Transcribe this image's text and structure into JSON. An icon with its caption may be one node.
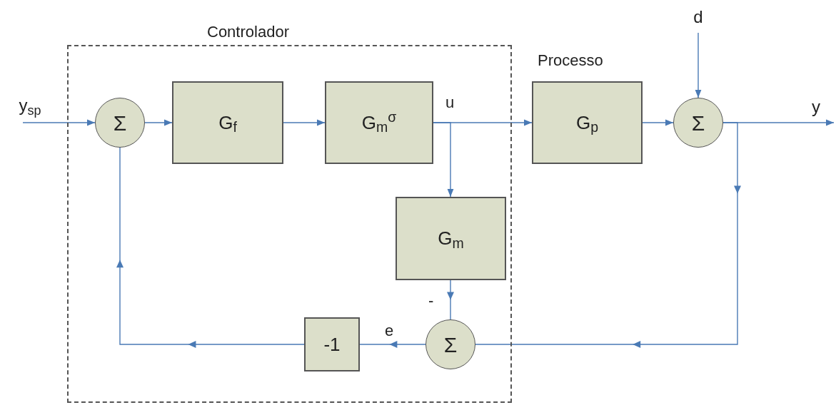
{
  "diagram": {
    "nodes": [
      {
        "text": [
          "Controlador"
        ]
      },
      {
        "text": [
          "y$_{sp}$"
        ]
      },
      {
        "text": [
          "Σ"
        ],
        "in": 0
      },
      {
        "text": [
          "G$_{f}$"
        ],
        "in": 0
      },
      {
        "text": [
          "G$_{m}$$^{σ}$"
        ],
        "in": 0
      },
      {
        "text": [
          "G$_{m}$"
        ],
        "in": 0
      },
      {
        "text": [
          "Σ"
        ],
        "in": 0
      },
      {
        "text": [
          "-1"
        ],
        "in": 0
      },
      {
        "text": [
          "Processo",
          "G$_{p}$"
        ]
      },
      {
        "text": [
          "Σ"
        ]
      },
      {
        "text": [
          "d"
        ]
      },
      {
        "text": [
          "y"
        ]
      }
    ],
    "edges": [
      {
        "from": 1,
        "to": 2,
        "arrow": "to"
      },
      {
        "from": 2,
        "to": 3,
        "arrow": "to"
      },
      {
        "from": 3,
        "to": 4,
        "arrow": "to"
      },
      {
        "from": 4,
        "to": 8,
        "arrow": "to",
        "label": "u"
      },
      {
        "from": 4,
        "to": 5,
        "arrow": "to"
      },
      {
        "from": 5,
        "to": 6,
        "arrow": "to",
        "label": "-"
      },
      {
        "from": 8,
        "to": 9,
        "arrow": "to"
      },
      {
        "from": 10,
        "to": 9,
        "arrow": "to"
      },
      {
        "from": 9,
        "to": 11,
        "arrow": "to"
      },
      {
        "from": 9,
        "to": 6,
        "arrow": "to"
      },
      {
        "from": 6,
        "to": 7,
        "arrow": "to",
        "label": "e"
      },
      {
        "from": 7,
        "to": 2,
        "arrow": "to"
      }
    ]
  }
}
